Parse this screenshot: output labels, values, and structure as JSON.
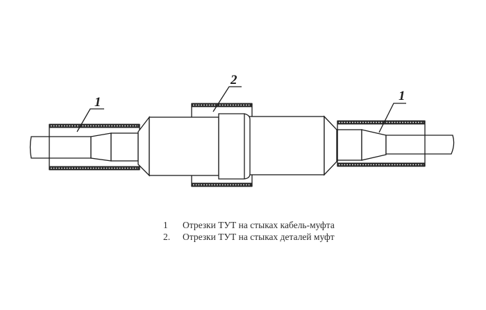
{
  "diagram": {
    "callouts": [
      {
        "id": "1",
        "label": "1",
        "position": "left tube"
      },
      {
        "id": "2",
        "label": "2",
        "position": "center tube"
      },
      {
        "id": "3",
        "label": "1",
        "position": "right tube"
      }
    ],
    "colors": {
      "line": "#1a1a1a",
      "background": "#ffffff",
      "text": "#2b2b2b"
    }
  },
  "legend": {
    "items": [
      {
        "number": "1",
        "text": "Отрезки ТУТ на стыках кабель-муфта"
      },
      {
        "number": "2.",
        "text": "Отрезки ТУТ на стыках деталей муфт"
      }
    ]
  }
}
